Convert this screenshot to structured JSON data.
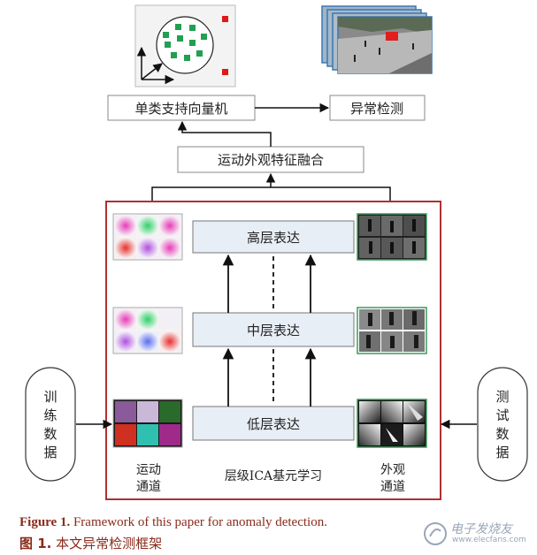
{
  "boxes": {
    "ocsvm": "单类支持向量机",
    "anomaly": "异常检测",
    "fusion": "运动外观特征融合",
    "high": "高层表达",
    "mid": "中层表达",
    "low": "低层表达"
  },
  "side_labels": {
    "train": [
      "训",
      "练",
      "数",
      "据"
    ],
    "test": [
      "测",
      "试",
      "数",
      "据"
    ]
  },
  "bottom_labels": {
    "motion": [
      "运动",
      "通道"
    ],
    "ica": "层级ICA基元学习",
    "appearance": [
      "外观",
      "通道"
    ]
  },
  "caption": {
    "en_prefix": "Figure 1.",
    "en_text": " Framework of this paper for anomaly detection.",
    "zh_prefix": "图  1.",
    "zh_text": "  本文异常检测框架"
  },
  "watermark": {
    "main": "电子发烧友",
    "sub": "www.elecfans.com"
  },
  "colors": {
    "frame_red": "#b03030",
    "box_fill": "#e8eef5",
    "green_marker": "#20a050",
    "red_marker": "#e01818",
    "caption": "#8b2a1a"
  }
}
